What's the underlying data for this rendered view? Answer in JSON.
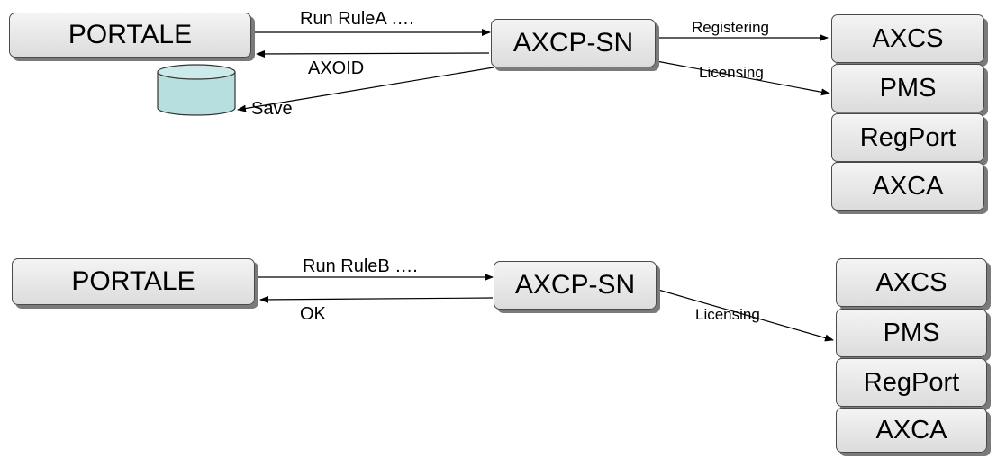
{
  "diagrams": [
    {
      "portal": "PORTALE",
      "gateway": "AXCP-SN",
      "request_label": "Run RuleA ….",
      "response_label": "AXOID",
      "save_label": "Save",
      "registering_label": "Registering",
      "licensing_label": "Licensing",
      "services": [
        "AXCS",
        "PMS",
        "RegPort",
        "AXCA"
      ]
    },
    {
      "portal": "PORTALE",
      "gateway": "AXCP-SN",
      "request_label": "Run RuleB ….",
      "response_label": "OK",
      "licensing_label": "Licensing",
      "services": [
        "AXCS",
        "PMS",
        "RegPort",
        "AXCA"
      ]
    }
  ],
  "colors": {
    "database_fill": "#b7dfe0",
    "box_border": "#4a4a4a",
    "shadow": "#7a7a7a"
  }
}
